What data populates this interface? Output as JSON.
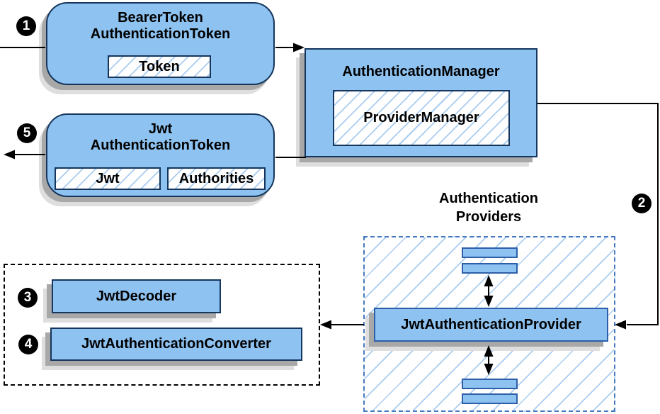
{
  "nodes": {
    "bearer_token": {
      "title_line1": "BearerToken",
      "title_line2": "AuthenticationToken",
      "inner_token": "Token"
    },
    "auth_manager": {
      "title": "AuthenticationManager",
      "inner_provider_manager": "ProviderManager"
    },
    "jwt_token": {
      "title_line1": "Jwt",
      "title_line2": "AuthenticationToken",
      "inner_jwt": "Jwt",
      "inner_authorities": "Authorities"
    },
    "providers_group": {
      "label_line1": "Authentication",
      "label_line2": "Providers"
    },
    "jwt_provider": {
      "title": "JwtAuthenticationProvider"
    },
    "jwt_decoder": {
      "title": "JwtDecoder"
    },
    "jwt_converter": {
      "title": "JwtAuthenticationConverter"
    }
  },
  "badges": {
    "step1": "1",
    "step2": "2",
    "step3": "3",
    "step4": "4",
    "step5": "5"
  },
  "colors": {
    "node_fill": "#8ec2f0",
    "node_border": "#16365d",
    "provider_border": "#2c5fa8",
    "hatch": "#a9ccf1",
    "providers_dash": "#4679bd",
    "group_dash": "#000000",
    "arrow": "#000000",
    "badge_bg": "#000000",
    "badge_text": "#ffffff"
  }
}
